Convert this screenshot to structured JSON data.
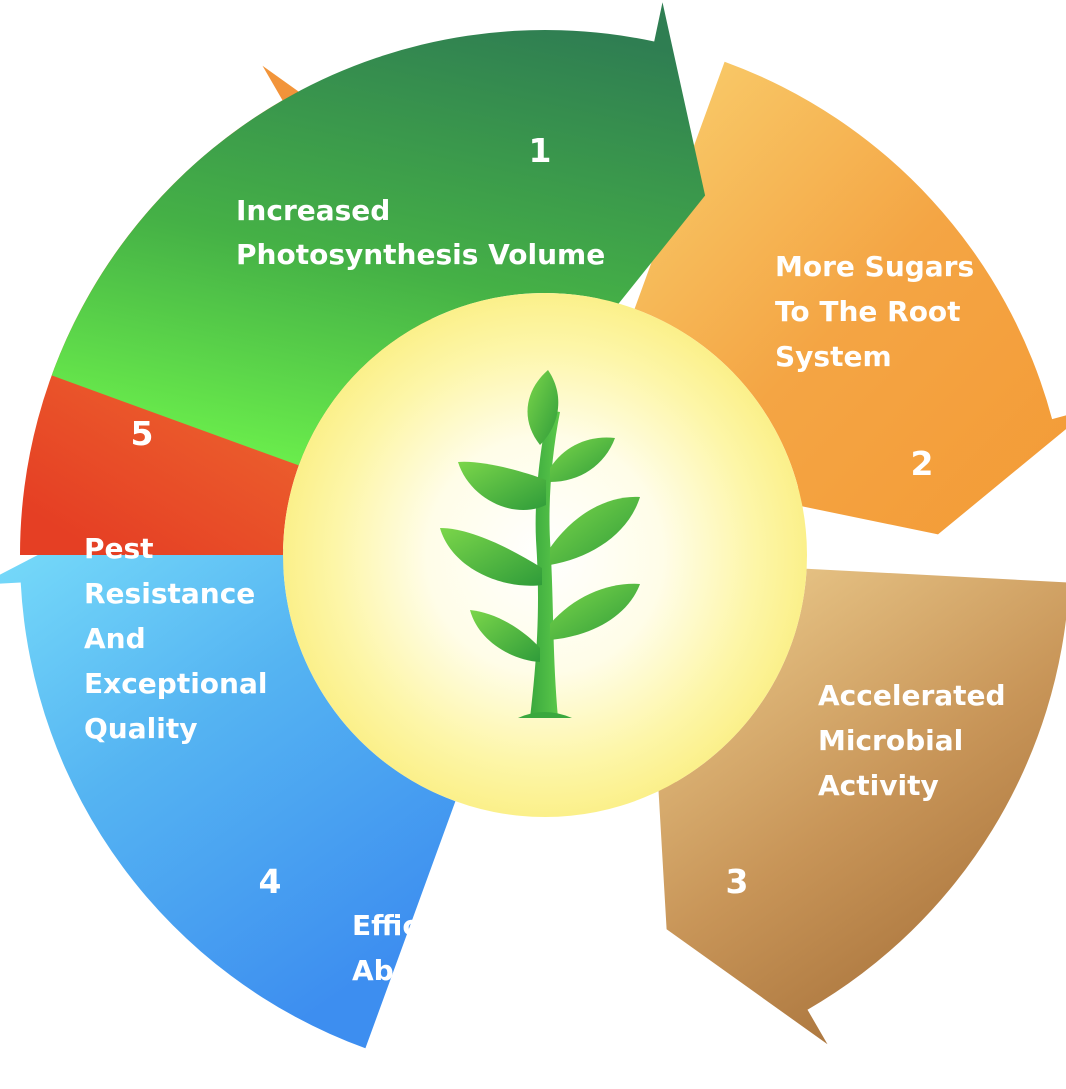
{
  "diagram": {
    "steps": [
      {
        "number": "1",
        "label_lines": [
          "Increased",
          "Photosynthesis Volume"
        ],
        "color": "#3e9a55"
      },
      {
        "number": "2",
        "label_lines": [
          "More Sugars",
          "To The Root",
          "System"
        ],
        "color": "#f3a23c"
      },
      {
        "number": "3",
        "label_lines": [
          "Accelerated",
          "Microbial",
          "Activity"
        ],
        "color": "#b98a52"
      },
      {
        "number": "4",
        "label_lines": [
          "Efficient Mineral",
          "Absorption"
        ],
        "color": "#5cb7f2"
      },
      {
        "number": "5",
        "label_lines": [
          "Pest",
          "Resistance",
          "And",
          "Exceptional",
          "Quality"
        ],
        "color": "#ea5a2a"
      }
    ],
    "center_icon": "plant-sprout-icon"
  }
}
